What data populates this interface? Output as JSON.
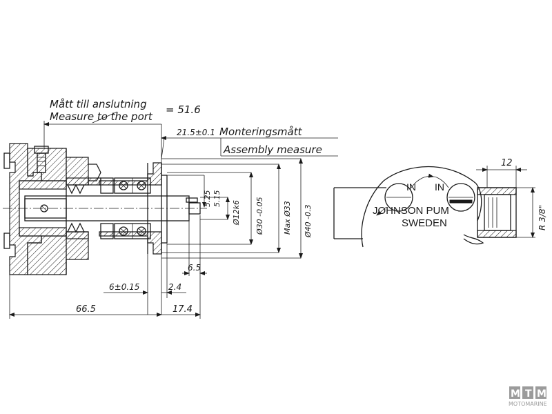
{
  "left_view": {
    "note_sv": "Mått till anslutning",
    "note_en": "Measure to the port",
    "note_value": "= 51.6",
    "assembly_value": "21.5±0.1",
    "assembly_sv": "Monteringsmått",
    "assembly_en": "Assembly measure",
    "dim_525": "5.25",
    "dim_515": "5.15",
    "dim_12k6": "Ø12k6",
    "dim_30": "Ø30 -0.05",
    "dim_max33": "Max Ø33",
    "dim_40": "Ø40 -0.3",
    "dim_65": "6.5",
    "dim_6": "6±0.15",
    "dim_24": "2.4",
    "dim_665": "66.5",
    "dim_174": "17.4"
  },
  "right_view": {
    "port_in_left": "IN",
    "port_in_right": "IN",
    "brand_line1": "JOHNSON PUM",
    "brand_line2": "SWEDEN",
    "dim_12": "12",
    "thread": "R 3/8\""
  },
  "watermark": {
    "letter1": "M",
    "letter2": "T",
    "letter3": "M",
    "caption": "MOTOMARINE"
  }
}
